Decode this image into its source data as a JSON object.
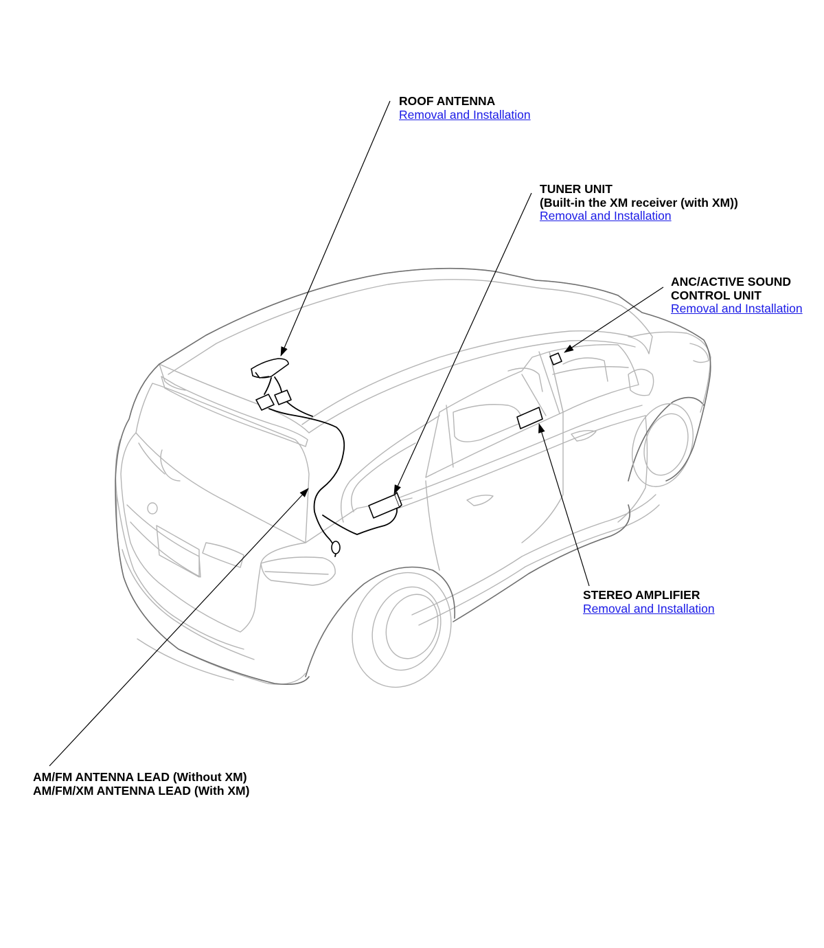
{
  "callouts": {
    "roof_antenna": {
      "title": "ROOF ANTENNA",
      "link": "Removal and Installation"
    },
    "tuner_unit": {
      "title": "TUNER UNIT",
      "subtitle": "(Built-in the XM receiver (with XM))",
      "link": "Removal and Installation"
    },
    "anc_unit": {
      "title_line1": "ANC/ACTIVE SOUND",
      "title_line2": "CONTROL UNIT",
      "link": "Removal and Installation"
    },
    "stereo_amplifier": {
      "title": "STEREO AMPLIFIER",
      "link": "Removal and Installation"
    },
    "antenna_lead": {
      "line1": "AM/FM ANTENNA LEAD (Without XM)",
      "line2": "AM/FM/XM ANTENNA LEAD (With XM)"
    }
  },
  "colors": {
    "link": "#1a1ae6",
    "car_outline": "#b5b5b5",
    "component": "#000000"
  }
}
